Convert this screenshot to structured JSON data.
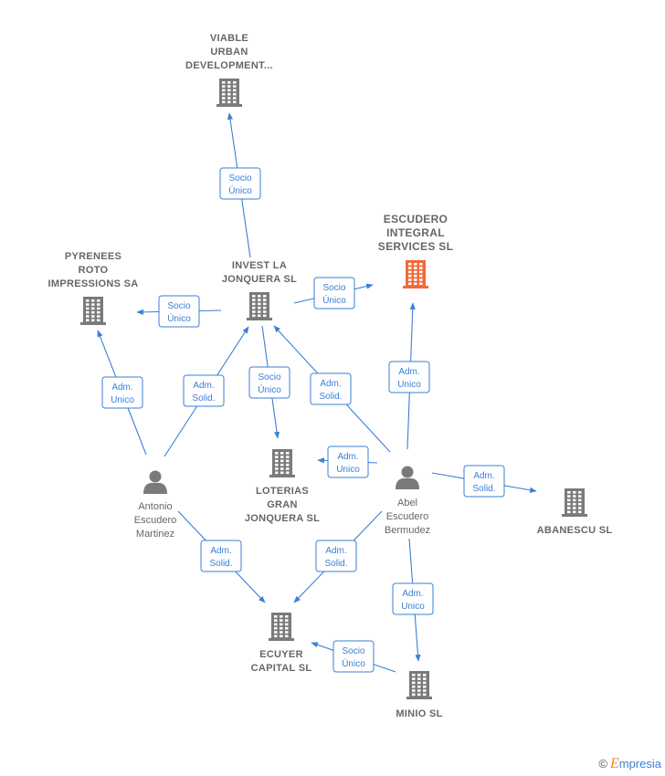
{
  "colors": {
    "edge": "#3a7fd6",
    "company": "#7a7a7a",
    "focus": "#f26a38",
    "person": "#7a7a7a",
    "label": "#666666"
  },
  "nodes": [
    {
      "id": "viable",
      "type": "company",
      "label": [
        "VIABLE",
        "URBAN",
        "DEVELOPMENT..."
      ],
      "icon": "building-icon"
    },
    {
      "id": "escudero",
      "type": "company",
      "focus": true,
      "label": [
        "ESCUDERO",
        "INTEGRAL",
        "SERVICES  SL"
      ],
      "icon": "building-icon"
    },
    {
      "id": "pyrenees",
      "type": "company",
      "label": [
        "PYRENEES",
        "ROTO",
        "IMPRESSIONS SA"
      ],
      "icon": "building-icon"
    },
    {
      "id": "invest",
      "type": "company",
      "label": [
        "INVEST LA",
        "JONQUERA SL"
      ],
      "icon": "building-icon"
    },
    {
      "id": "loterias",
      "type": "company",
      "label": [
        "LOTERIAS",
        "GRAN",
        "JONQUERA  SL"
      ],
      "icon": "building-icon"
    },
    {
      "id": "abanescu",
      "type": "company",
      "label": [
        "ABANESCU SL"
      ],
      "icon": "building-icon"
    },
    {
      "id": "ecuyer",
      "type": "company",
      "label": [
        "ECUYER",
        "CAPITAL  SL"
      ],
      "icon": "building-icon"
    },
    {
      "id": "minio",
      "type": "company",
      "label": [
        "MINIO SL"
      ],
      "icon": "building-icon"
    },
    {
      "id": "antonio",
      "type": "person",
      "label": [
        "Antonio",
        "Escudero",
        "Martinez"
      ],
      "icon": "person-icon"
    },
    {
      "id": "abel",
      "type": "person",
      "label": [
        "Abel",
        "Escudero",
        "Bermudez"
      ],
      "icon": "person-icon"
    }
  ],
  "edges": [
    {
      "from": "invest",
      "to": "viable",
      "label": [
        "Socio",
        "Único"
      ]
    },
    {
      "from": "invest",
      "to": "pyrenees",
      "label": [
        "Socio",
        "Único"
      ]
    },
    {
      "from": "invest",
      "to": "escudero",
      "label": [
        "Socio",
        "Único"
      ]
    },
    {
      "from": "invest",
      "to": "loterias",
      "label": [
        "Socio",
        "Único"
      ]
    },
    {
      "from": "antonio",
      "to": "pyrenees",
      "label": [
        "Adm.",
        "Unico"
      ]
    },
    {
      "from": "antonio",
      "to": "invest",
      "label": [
        "Adm.",
        "Solid."
      ]
    },
    {
      "from": "antonio",
      "to": "ecuyer",
      "label": [
        "Adm.",
        "Solid."
      ]
    },
    {
      "from": "abel",
      "to": "invest",
      "label": [
        "Adm.",
        "Solid."
      ]
    },
    {
      "from": "abel",
      "to": "escudero",
      "label": [
        "Adm.",
        "Unico"
      ]
    },
    {
      "from": "abel",
      "to": "loterias",
      "label": [
        "Adm.",
        "Unico"
      ]
    },
    {
      "from": "abel",
      "to": "abanescu",
      "label": [
        "Adm.",
        "Solid."
      ]
    },
    {
      "from": "abel",
      "to": "ecuyer",
      "label": [
        "Adm.",
        "Solid."
      ]
    },
    {
      "from": "abel",
      "to": "minio",
      "label": [
        "Adm.",
        "Unico"
      ]
    },
    {
      "from": "minio",
      "to": "ecuyer",
      "label": [
        "Socio",
        "Único"
      ]
    }
  ],
  "watermark": {
    "copyright": "©",
    "brand_initial": "E",
    "brand_rest": "mpresia"
  }
}
